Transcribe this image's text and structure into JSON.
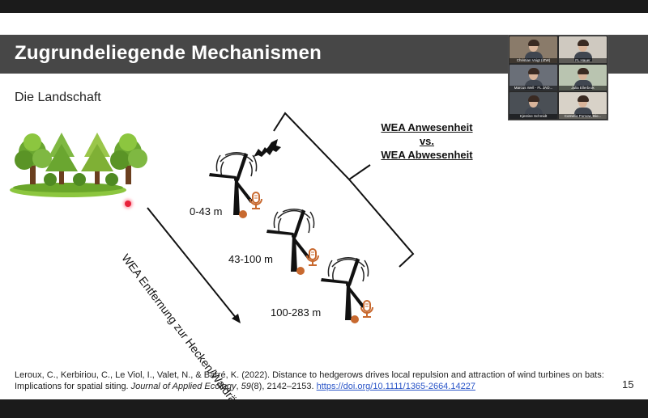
{
  "slide": {
    "title": "Zugrundeliegende Mechanismen",
    "subtitle": "Die Landschaft",
    "wea_heading": [
      "WEA Anwesenheit",
      "vs.",
      "WEA Abwesenheit"
    ],
    "diagonal_label": "WEA Entfernung zur Hecken/Waldränder",
    "distances": [
      "0-43 m",
      "43-100 m",
      "100-283 m"
    ],
    "citation_text": "Leroux, C., Kerbiriou, C., Le Viol, I., Valet, N., & Barré, K. (2022). Distance to hedgerows drives local repulsion and attraction of wind turbines on bats: Implications for spatial siting. ",
    "citation_journal": "Journal of Applied Ecology",
    "citation_comma": ", ",
    "citation_volume": "59",
    "citation_pages": "(8), 2142–2153. ",
    "citation_doi": "https://doi.org/10.1111/1365-2664.14227",
    "page_number": "15"
  },
  "participants": [
    {
      "name": "Christian Voigt (IZW)",
      "bg": "#8a7b6a"
    },
    {
      "name": "FL Hauer",
      "bg": "#cfc9c0"
    },
    {
      "name": "Marcus Well - FL JAO...",
      "bg": "#6a6f78"
    },
    {
      "name": "Julia Ellerbrok",
      "bg": "#b9c4b0"
    },
    {
      "name": "Kjestine Schmidt",
      "bg": "#4a4f55"
    },
    {
      "name": "Cornelia Pomow, Bio...",
      "bg": "#d8d2c8"
    }
  ],
  "icons": {
    "trees": "trees-illustration",
    "turbine": "wind-turbine-icon",
    "microphone": "microphone-icon",
    "bat": "bat-icon",
    "bracket": "bracket-icon",
    "arrow": "arrow-icon",
    "laser": "laser-pointer-icon"
  },
  "colors": {
    "title_bar": "#474747",
    "accent": "#c8692f",
    "link": "#2a55c8",
    "grass": "#8cc63f"
  }
}
